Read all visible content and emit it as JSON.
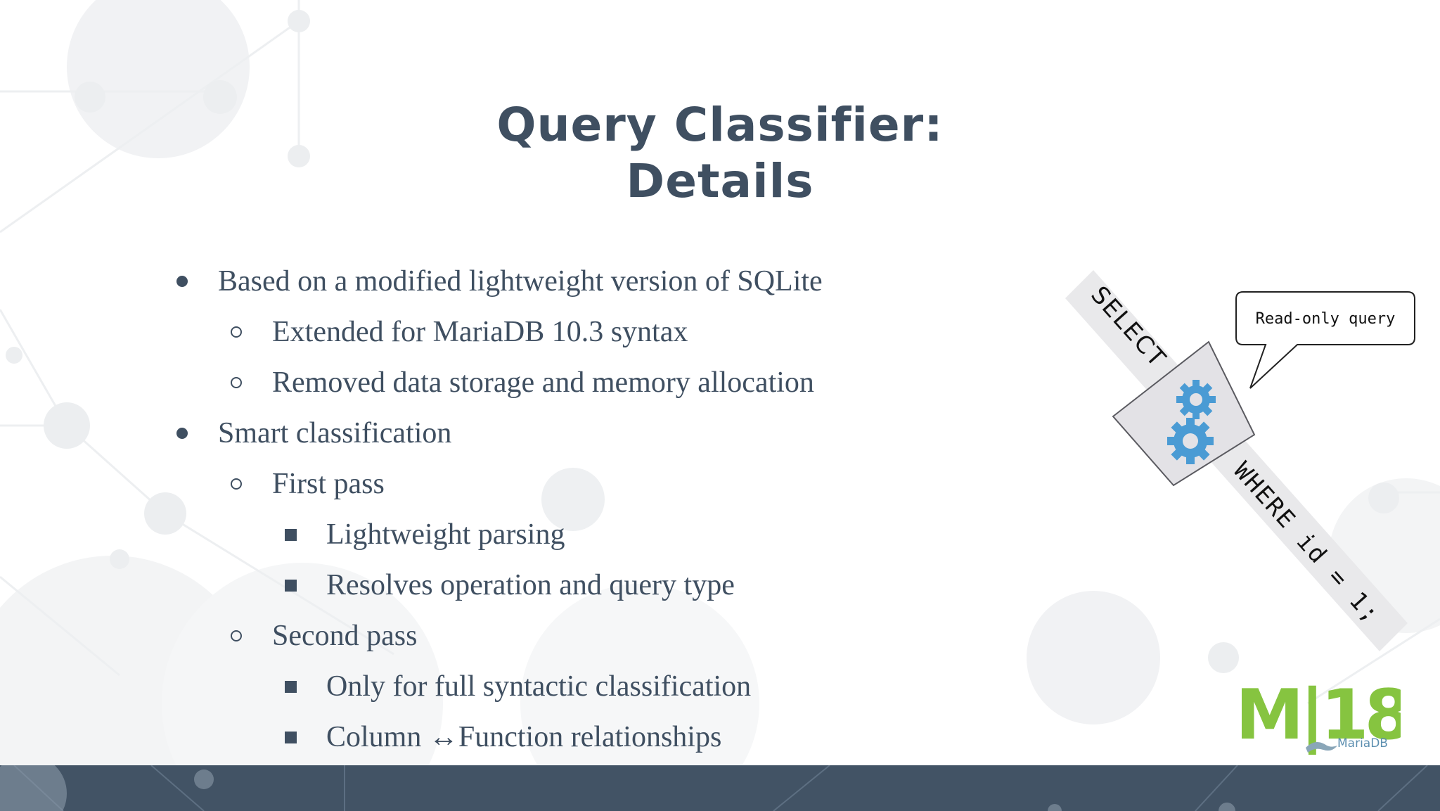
{
  "slide": {
    "title_line1": "Query Classifier:",
    "title_line2": "Details"
  },
  "bullets": [
    {
      "level": 1,
      "text": "Based on a modified lightweight version of SQLite"
    },
    {
      "level": 2,
      "text": "Extended for MariaDB 10.3 syntax"
    },
    {
      "level": 2,
      "text": "Removed data storage and memory allocation"
    },
    {
      "level": 1,
      "text": "Smart classification"
    },
    {
      "level": 2,
      "text": "First pass"
    },
    {
      "level": 3,
      "text": "Lightweight parsing"
    },
    {
      "level": 3,
      "text": "Resolves operation and query type"
    },
    {
      "level": 2,
      "text": "Second pass"
    },
    {
      "level": 3,
      "text": "Only for full syntactic classification"
    },
    {
      "level": 3,
      "text": "Column ↔Function relationships"
    }
  ],
  "diagram": {
    "select_label": "SELECT",
    "where_label": "WHERE id = 1;",
    "callout_text": "Read-only query",
    "gear_color": "#4a9bd4",
    "icons": [
      "gears-icon",
      "funnel-icon",
      "speech-bubble-icon"
    ]
  },
  "logo": {
    "main_text": "M|18",
    "sub_text": "MariaDB",
    "color": "#86c440"
  },
  "colors": {
    "title": "#3f4f61",
    "body_text": "#3f4f61",
    "footer": "#425365"
  }
}
